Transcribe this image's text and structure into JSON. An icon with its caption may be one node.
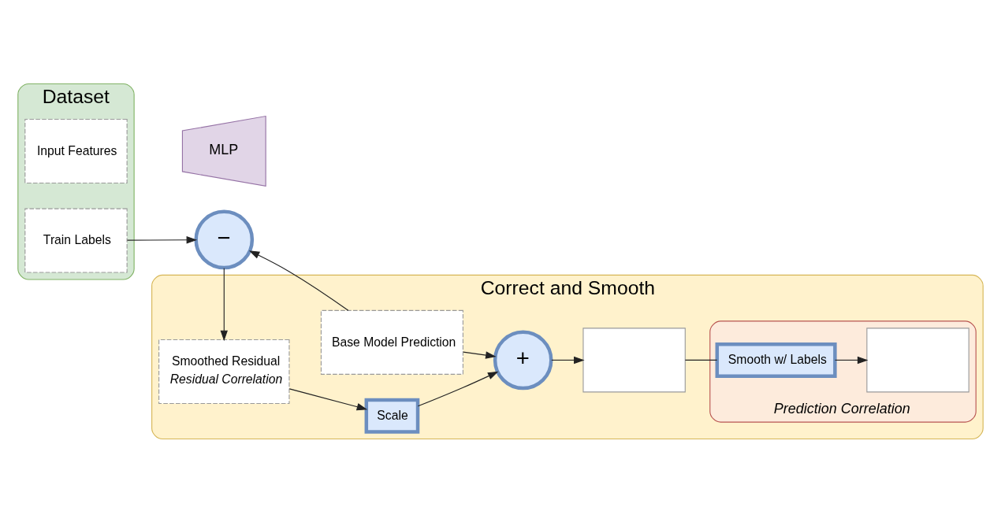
{
  "diagram": {
    "nodes": [
      {
        "text": [
          "Dataset"
        ]
      },
      {
        "text": [
          "Input Features"
        ],
        "in": 0
      },
      {
        "text": [
          "Train Labels"
        ],
        "in": 0
      },
      {
        "text": [
          "Correct and Smooth"
        ]
      },
      {
        "text": [
          "MLP"
        ]
      },
      {
        "text": [
          "Base Model Prediction"
        ],
        "in": 3
      },
      {
        "text": [
          "−"
        ]
      },
      {
        "text": [
          "Smoothed Residual",
          "Residual Correlation"
        ],
        "in": 3
      },
      {
        "text": [
          "Scale"
        ],
        "in": 3
      },
      {
        "text": [
          "+"
        ],
        "in": 3
      },
      {
        "text": [],
        "shape": "box",
        "in": 3
      },
      {
        "text": [
          "Prediction Correlation"
        ],
        "in": 3
      },
      {
        "text": [
          "Smooth w/ Labels"
        ],
        "in": 11
      },
      {
        "text": [],
        "shape": "box",
        "in": 11
      }
    ],
    "edges": [
      {
        "from": 2,
        "to": 6,
        "arrow": "to"
      },
      {
        "from": 5,
        "to": 6,
        "arrow": "to"
      },
      {
        "from": 6,
        "to": 7,
        "arrow": "to"
      },
      {
        "from": 7,
        "to": 8,
        "arrow": "to"
      },
      {
        "from": 8,
        "to": 9,
        "arrow": "to"
      },
      {
        "from": 5,
        "to": 9,
        "arrow": "to"
      },
      {
        "from": 9,
        "to": 10,
        "arrow": "to"
      },
      {
        "from": 10,
        "to": 12,
        "arrow": "none"
      },
      {
        "from": 12,
        "to": 13,
        "arrow": "to"
      }
    ]
  }
}
